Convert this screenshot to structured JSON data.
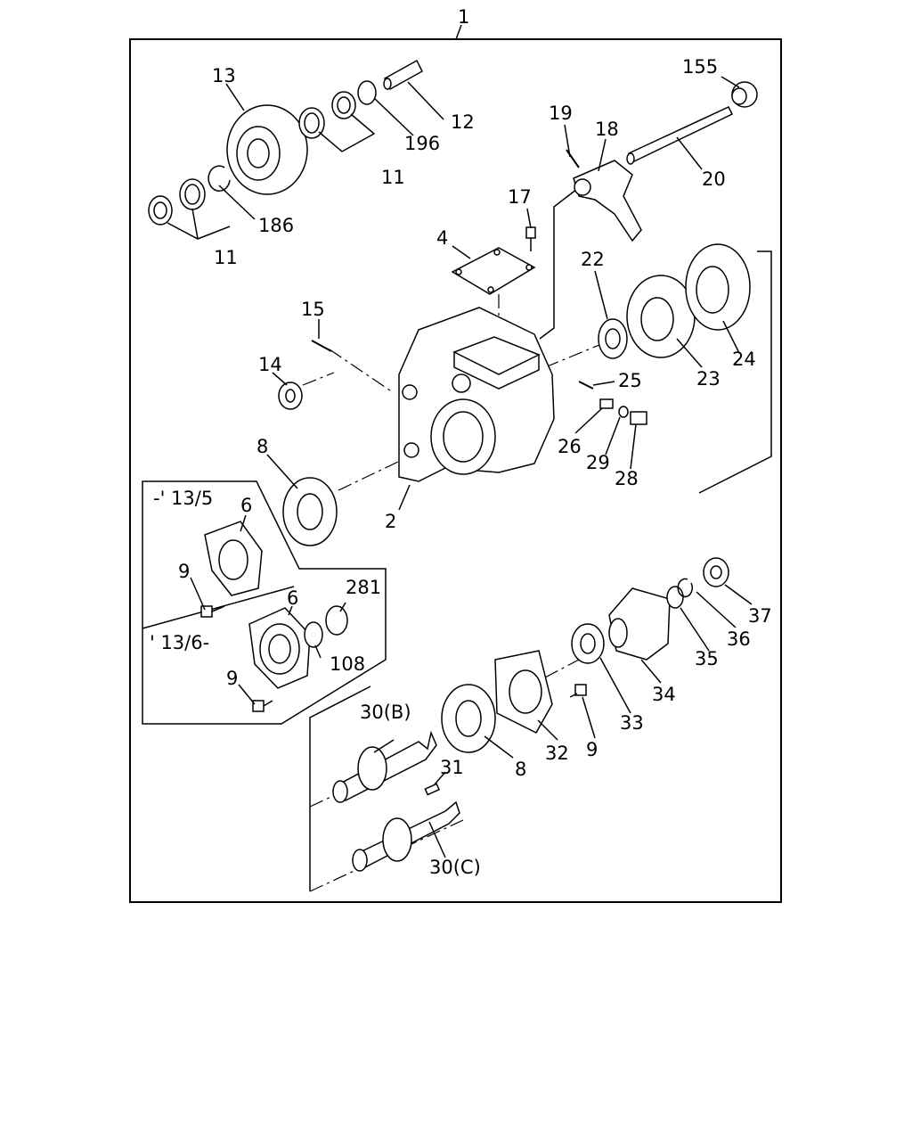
{
  "diagram": {
    "assembly_label": "1",
    "callouts": {
      "c2": "2",
      "c4": "4",
      "c6a": "6",
      "c6b": "6",
      "c8a": "8",
      "c8b": "8",
      "c9a": "9",
      "c9b": "9",
      "c9c": "9",
      "c11a": "11",
      "c11b": "11",
      "c12": "12",
      "c13": "13",
      "c14": "14",
      "c15": "15",
      "c17": "17",
      "c18": "18",
      "c19": "19",
      "c20": "20",
      "c22": "22",
      "c23": "23",
      "c24": "24",
      "c25": "25",
      "c26": "26",
      "c28": "28",
      "c29": "29",
      "c30b": "30(B)",
      "c30c": "30(C)",
      "c31": "31",
      "c32": "32",
      "c33": "33",
      "c34": "34",
      "c35": "35",
      "c36": "36",
      "c37": "37",
      "c108": "108",
      "c155": "155",
      "c186": "186",
      "c196": "196",
      "c281": "281"
    },
    "variant_labels": {
      "upto": "-' 13/5",
      "from": "' 13/6-"
    }
  }
}
